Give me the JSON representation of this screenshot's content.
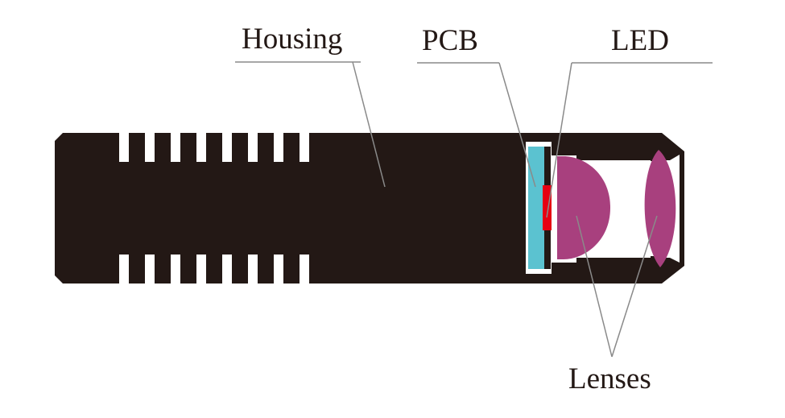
{
  "labels": {
    "housing": "Housing",
    "pcb": "PCB",
    "led": "LED",
    "lenses": "Lenses"
  },
  "colors": {
    "housing": "#231815",
    "pcb": "#5bc2d0",
    "led": "#e60012",
    "lens": "#a8407e",
    "leader_line": "#8a8a8a",
    "background": "#ffffff"
  }
}
